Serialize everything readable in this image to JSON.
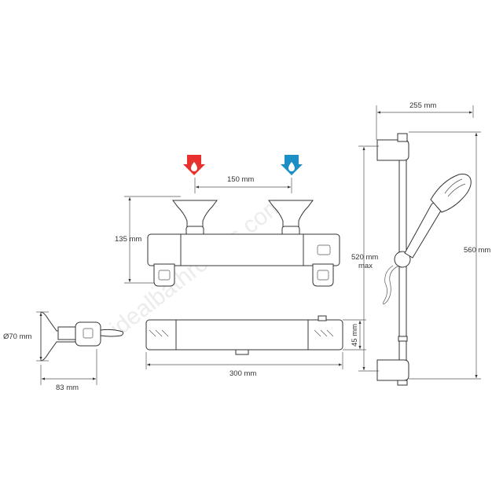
{
  "watermark": "idealbathrooms.com",
  "dimensions": {
    "inlet_centres": "150 mm",
    "height": "135 mm",
    "width": "300 mm",
    "depth_45": "45 mm",
    "diameter": "Ø70 mm",
    "depth_83": "83 mm",
    "rail_width": "255 mm",
    "rail_height_line1": "520 mm",
    "rail_height_line2": "max",
    "rail_total": "560 mm"
  },
  "colors": {
    "hot": "#e8312f",
    "cold": "#1b8fc6",
    "line": "#333333"
  },
  "icons": {
    "hot": "hot-water-inlet-icon",
    "cold": "cold-water-inlet-icon"
  }
}
